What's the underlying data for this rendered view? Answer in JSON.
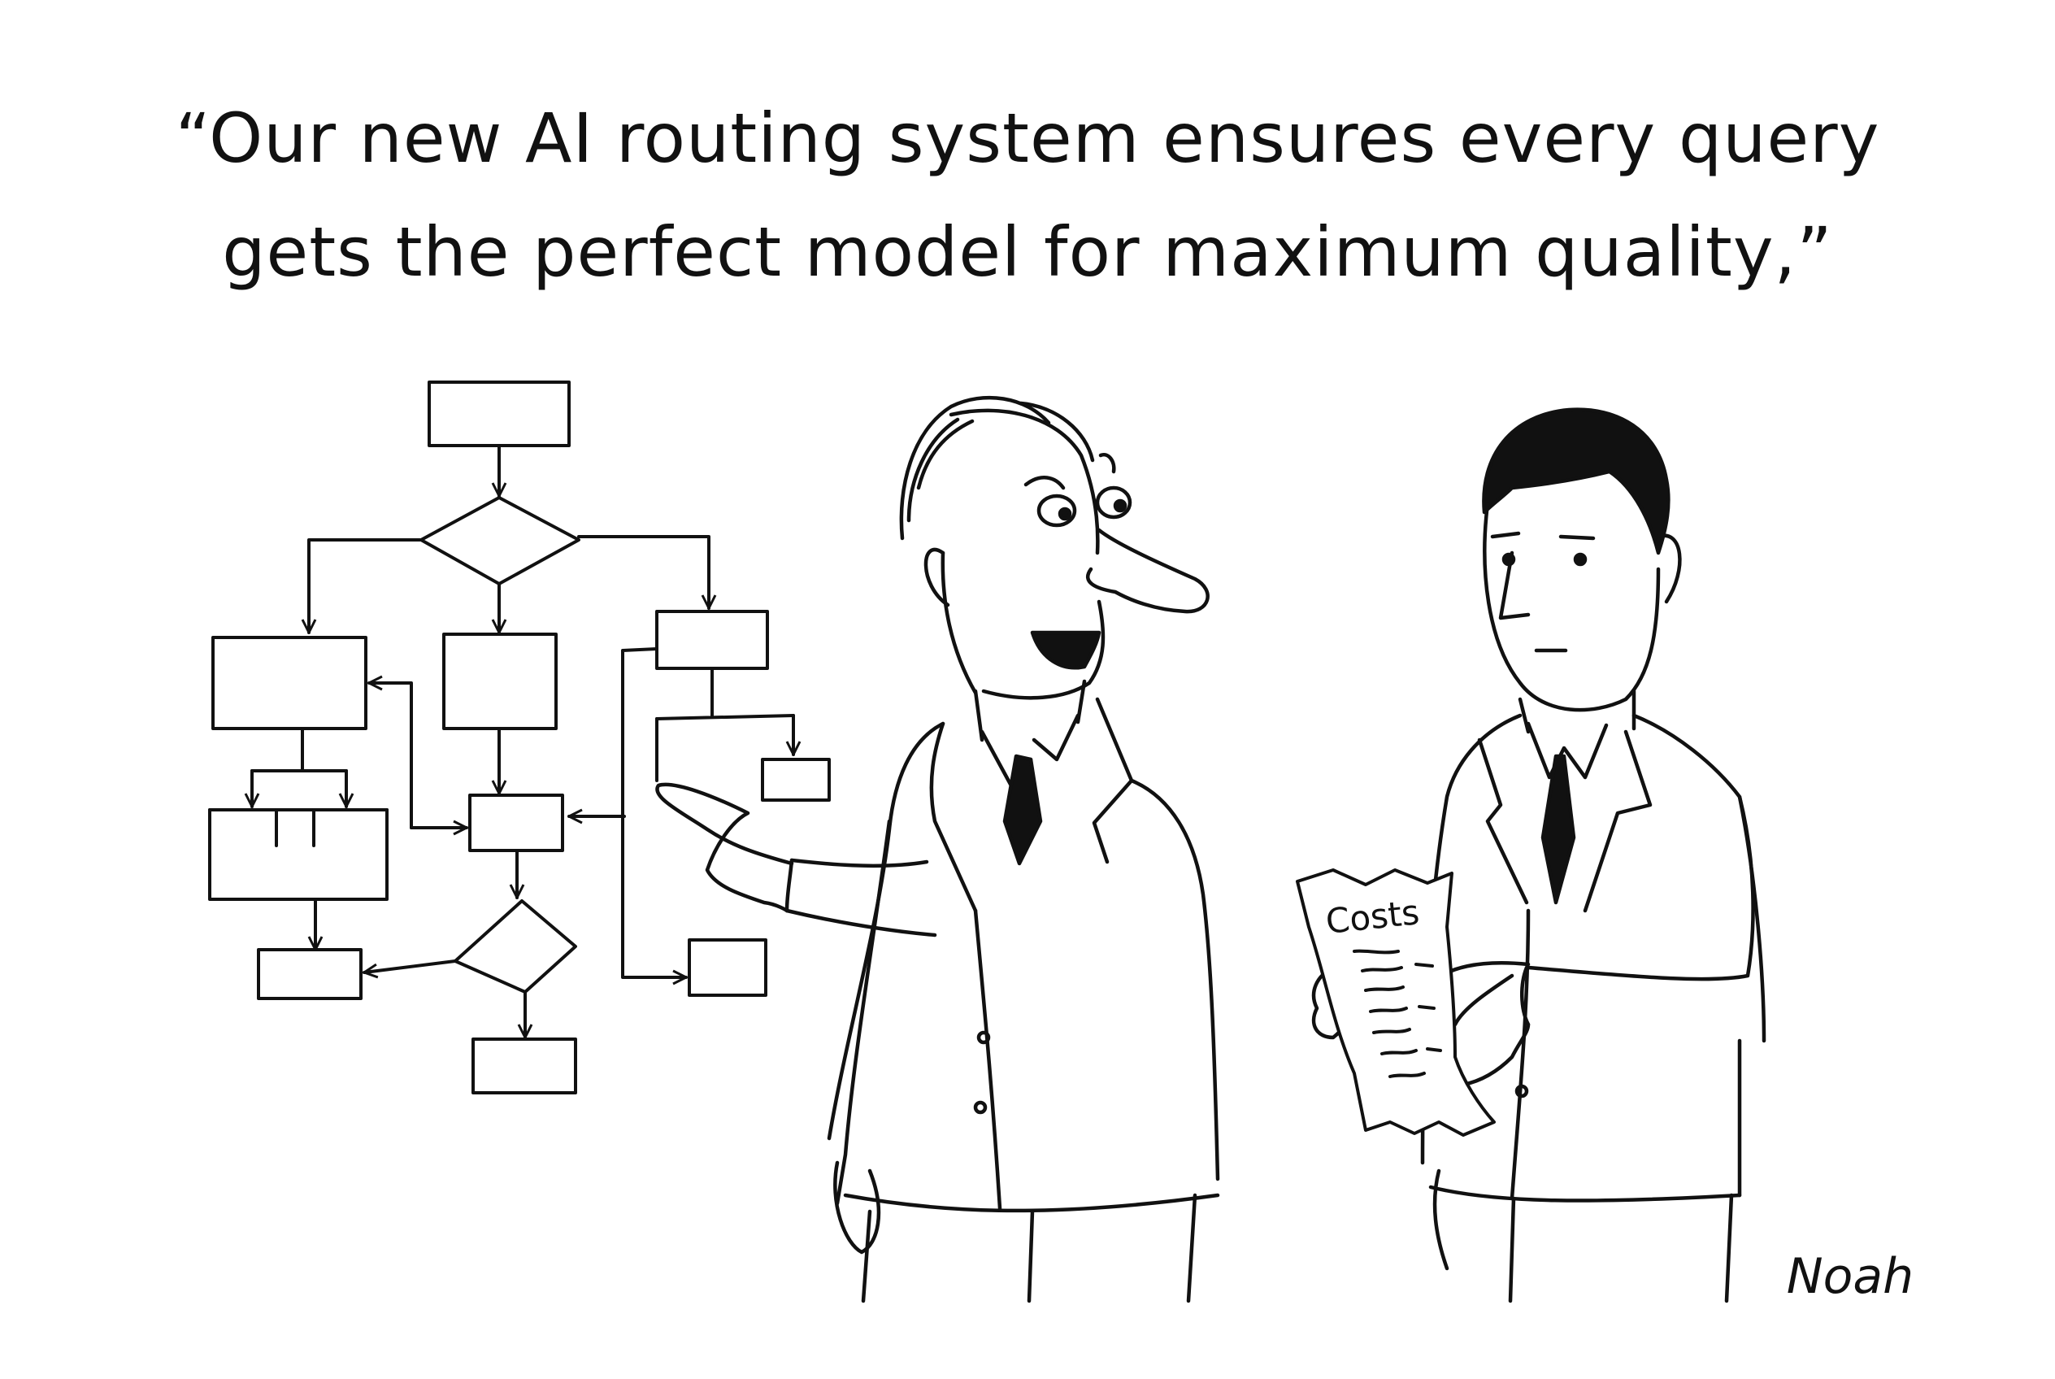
{
  "caption": {
    "line1": "“Our new AI routing system ensures every query",
    "line2": "gets the perfect model for maximum quality,”"
  },
  "receipt": {
    "label": "Costs"
  },
  "signature": "Noah",
  "colors": {
    "ink": "#111111",
    "paper": "#ffffff"
  }
}
